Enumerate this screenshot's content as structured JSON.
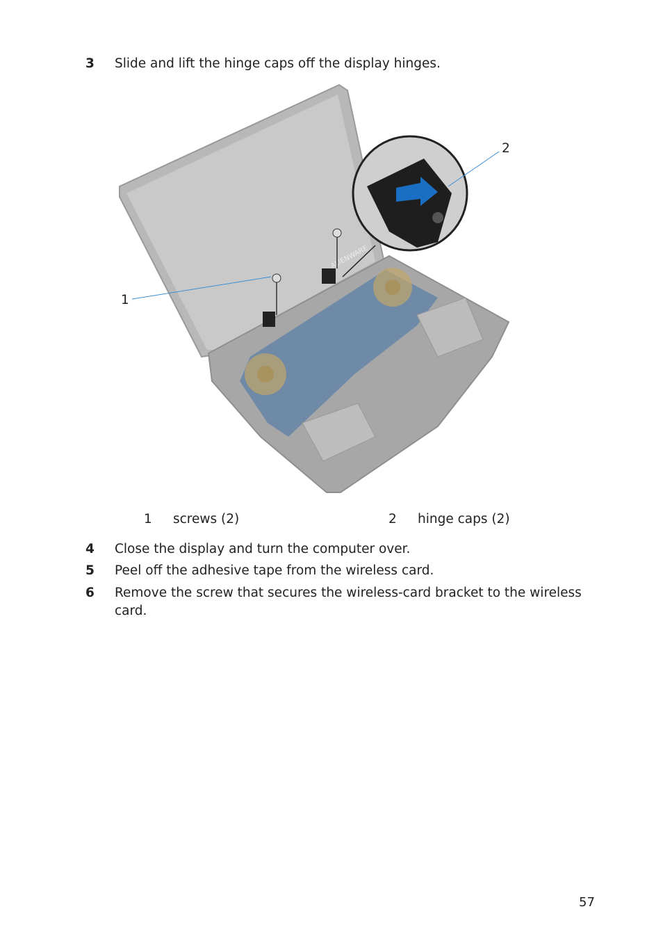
{
  "steps": [
    {
      "number": "3",
      "text": "Slide and lift the hinge caps off the display hinges."
    },
    {
      "number": "4",
      "text": "Close the display and turn the computer over."
    },
    {
      "number": "5",
      "text": "Peel off the adhesive tape from the wireless card."
    },
    {
      "number": "6",
      "text": "Remove the screw that secures the wireless-card bracket to the wireless card."
    }
  ],
  "figure": {
    "callouts": [
      "1",
      "2"
    ],
    "brand_text": "ALIENWARE",
    "colors": {
      "arrow": "#1a6fc4",
      "leader": "#3a8fd8",
      "board": "#3f73a8"
    }
  },
  "legend": [
    {
      "number": "1",
      "label": "screws (2)"
    },
    {
      "number": "2",
      "label": "hinge caps (2)"
    }
  ],
  "page_number": "57"
}
